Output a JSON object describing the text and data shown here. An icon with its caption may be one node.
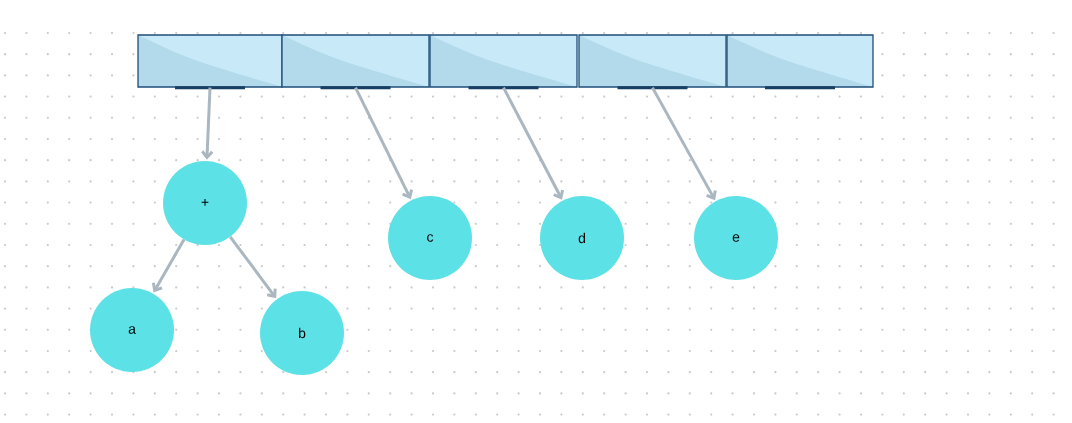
{
  "diagram": {
    "nodes": [
      {
        "text": [],
        "shape": "box"
      },
      {
        "text": [],
        "shape": "box"
      },
      {
        "text": [],
        "shape": "box"
      },
      {
        "text": [],
        "shape": "box"
      },
      {
        "text": [],
        "shape": "box"
      },
      {
        "text": [
          "+"
        ]
      },
      {
        "text": [
          "c"
        ]
      },
      {
        "text": [
          "d"
        ]
      },
      {
        "text": [
          "e"
        ]
      },
      {
        "text": [
          "a"
        ]
      },
      {
        "text": [
          "b"
        ]
      }
    ],
    "edges": [
      {
        "from": 0,
        "to": 5,
        "arrow": "to"
      },
      {
        "from": 5,
        "to": 9,
        "arrow": "to"
      },
      {
        "from": 5,
        "to": 10,
        "arrow": "to"
      },
      {
        "from": 1,
        "to": 6,
        "arrow": "to"
      },
      {
        "from": 2,
        "to": 7,
        "arrow": "to"
      },
      {
        "from": 3,
        "to": 8,
        "arrow": "to"
      }
    ]
  }
}
